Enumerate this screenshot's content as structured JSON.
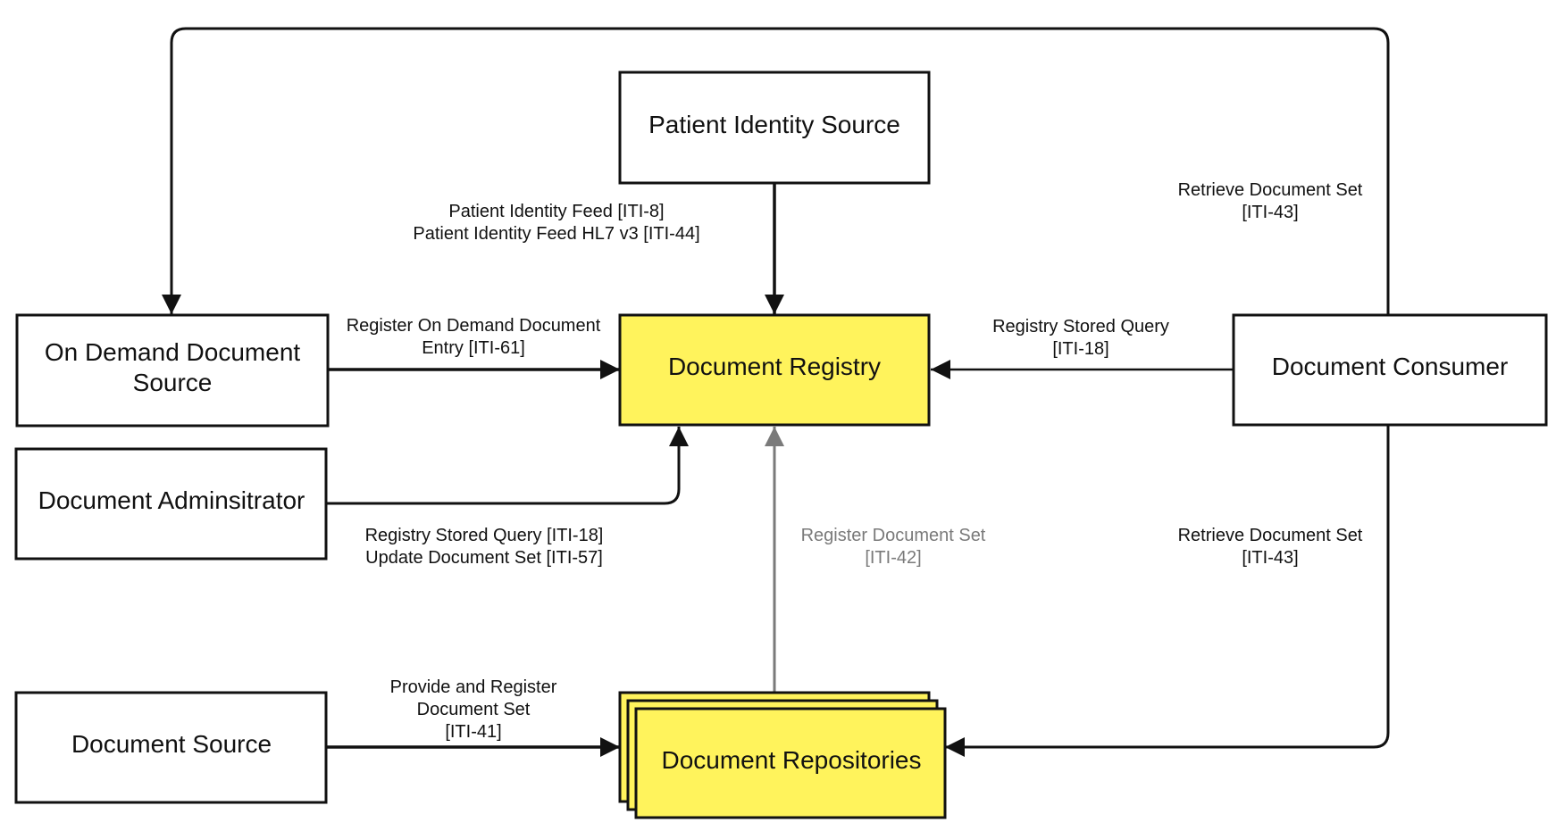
{
  "colors": {
    "highlight_fill": "#fff35c",
    "box_fill": "#ffffff",
    "stroke": "#111111",
    "gray_arrow": "#7a7a7a"
  },
  "actors": {
    "patient_identity_source": "Patient Identity Source",
    "on_demand_document_source": [
      "On Demand Document",
      "Source"
    ],
    "document_registry": "Document Registry",
    "document_consumer": "Document Consumer",
    "document_administrator": "Document Adminsitrator",
    "document_source": "Document Source",
    "document_repositories": "Document Repositories"
  },
  "transactions": {
    "patient_identity_feed": [
      "Patient Identity Feed [ITI-8]",
      "Patient Identity Feed HL7 v3 [ITI-44]"
    ],
    "register_on_demand": [
      "Register On Demand Document",
      "Entry [ITI-61]"
    ],
    "registry_stored_query_consumer": [
      "Registry Stored Query",
      "[ITI-18]"
    ],
    "retrieve_document_set_top": [
      "Retrieve Document Set",
      "[ITI-43]"
    ],
    "registry_query_update": [
      "Registry Stored Query [ITI-18]",
      "Update Document Set [ITI-57]"
    ],
    "register_document_set": [
      "Register Document Set",
      "[ITI-42]"
    ],
    "retrieve_document_set_bottom": [
      "Retrieve Document Set",
      "[ITI-43]"
    ],
    "provide_and_register": [
      "Provide and Register",
      "Document Set",
      "[ITI-41]"
    ]
  }
}
